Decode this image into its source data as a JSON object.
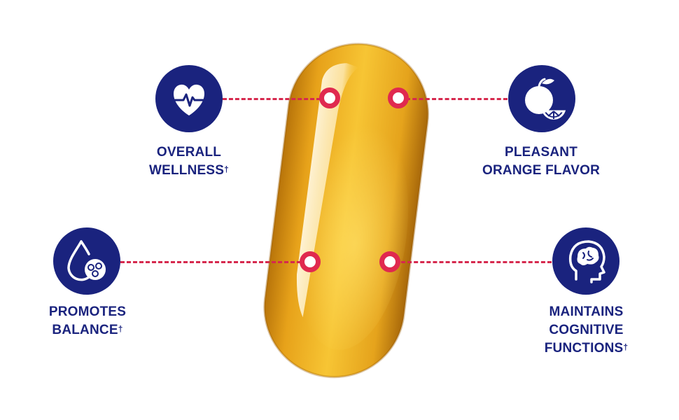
{
  "colors": {
    "navy": "#1a237e",
    "accent_red": "#e0294f",
    "capsule_gold": "#f2b01e",
    "background": "#ffffff"
  },
  "product": {
    "image": "softgel-capsule"
  },
  "features": [
    {
      "id": "overall-wellness",
      "icon": "heart-pulse-icon",
      "line1": "OVERALL",
      "line2": "WELLNESS",
      "dagger": "†"
    },
    {
      "id": "pleasant-orange-flavor",
      "icon": "orange-fruit-icon",
      "line1": "PLEASANT",
      "line2": "ORANGE FLAVOR",
      "dagger": ""
    },
    {
      "id": "promotes-balance",
      "icon": "droplet-cells-icon",
      "line1": "PROMOTES",
      "line2": "BALANCE",
      "dagger": "†"
    },
    {
      "id": "maintains-cognitive-functions",
      "icon": "brain-head-icon",
      "line1": "MAINTAINS",
      "line2": "COGNITIVE",
      "line3": "FUNCTIONS",
      "dagger": "†"
    }
  ]
}
